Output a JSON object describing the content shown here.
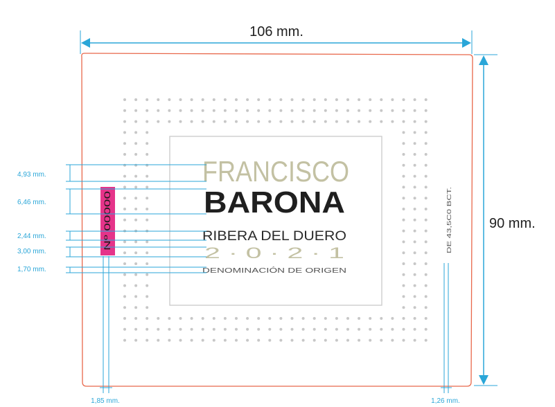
{
  "colors": {
    "cut_line": "#e8674a",
    "dimension": "#2aa6d8",
    "dots": "#c7c7c7",
    "frame": "#c9c9c9",
    "francisco": "#c3c1a3",
    "barona": "#1f1f1f",
    "tag": "#e5348a"
  },
  "dimensions": {
    "width": "106 mm.",
    "height": "90 mm.",
    "left_margin": "1,85 mm.",
    "right_margin": "1,26 mm.",
    "text_heights": [
      "4,93 mm.",
      "6,46 mm.",
      "2,44 mm.",
      "3,00 mm.",
      "1,70 mm."
    ]
  },
  "label": {
    "brand_line1": "FRANCISCO",
    "brand_line2": "BARONA",
    "region": "RIBERA DEL DUERO",
    "vintage": "2 · 0 · 2 · 1",
    "denomination": "DENOMINACIÓN DE ORIGEN",
    "number_tag": "Nº 00000",
    "side_text": "DE 43,5C0 BCT."
  }
}
